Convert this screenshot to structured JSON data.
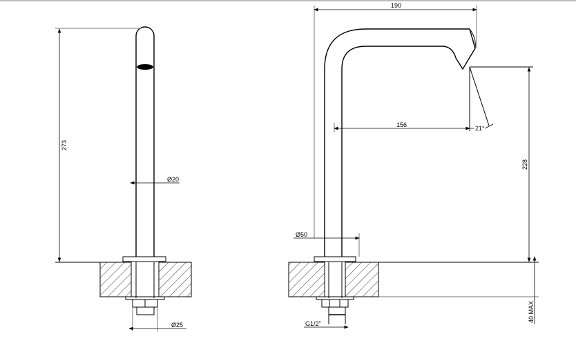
{
  "dimensions": {
    "side_height": "273",
    "side_pipe_diameter": "Ø20",
    "side_shank_diameter": "Ø25",
    "front_reach_total": "190",
    "front_reach_outlet": "156",
    "outlet_angle": "21°",
    "front_outlet_height": "228",
    "front_base_diameter": "Ø50",
    "thread_size": "G1/2\"",
    "counter_thickness": "40 MAX"
  }
}
